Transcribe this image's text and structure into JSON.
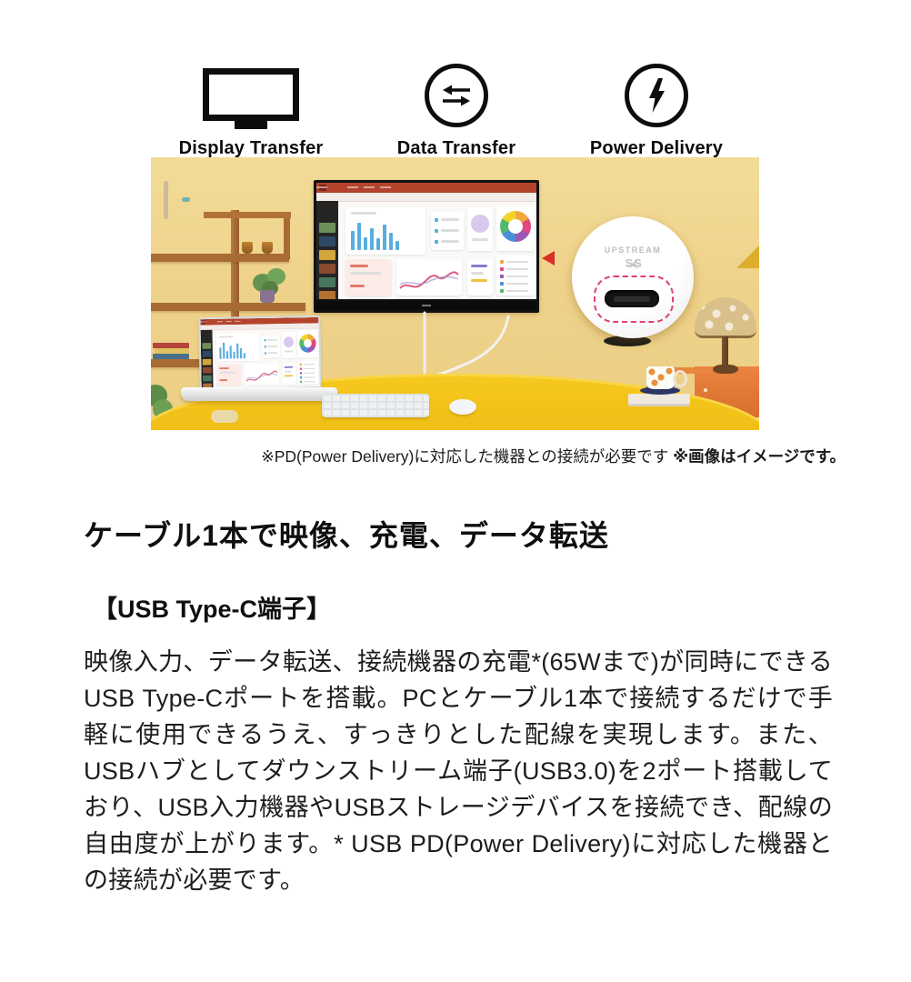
{
  "features": {
    "items": [
      {
        "label": "Display Transfer"
      },
      {
        "label": "Data Transfer"
      },
      {
        "label": "Power Delivery"
      }
    ]
  },
  "promo": {
    "inset": {
      "upstream": "UPSTREAM",
      "superspeed": "SS"
    },
    "caption": {
      "note_pd": "※PD(Power Delivery)に対応した機器との接続が必要です",
      "note_image": "※画像はイメージです。"
    },
    "dashboard": {
      "bars": [
        62,
        88,
        42,
        70,
        38,
        82,
        55,
        30
      ],
      "thumbs": [
        "#6f8f5a",
        "#2f4866",
        "#d2a63c",
        "#8a4a2e",
        "#49755e",
        "#b3702e",
        "#515a3e"
      ],
      "donut": [
        "#f2a73b",
        "#e2487e",
        "#9b59b6",
        "#4a90d9",
        "#53b96a",
        "#f5d32a"
      ],
      "line_color": "#e05c7e",
      "accent_bar_color": "#58aede",
      "titlebar_color": "#b4432c"
    },
    "colors": {
      "wall": "#eed189",
      "desk": "#f3c01e",
      "highlight_red": "#d93025"
    }
  },
  "content": {
    "heading": "ケーブル1本で映像、充電、データ転送",
    "subheading": "【USB Type-C端子】",
    "body": "映像入力、データ転送、接続機器の充電*(65Wまで)が同時にできるUSB Type-Cポートを搭載。PCとケーブル1本で接続するだけで手軽に使用できるうえ、すっきりとした配線を実現します。また、USBハブとしてダウンストリーム端子(USB3.0)を2ポート搭載しており、USB入力機器やUSBストレージデバイスを接続でき、配線の自由度が上がります。* USB PD(Power Delivery)に対応した機器との接続が必要です。"
  }
}
